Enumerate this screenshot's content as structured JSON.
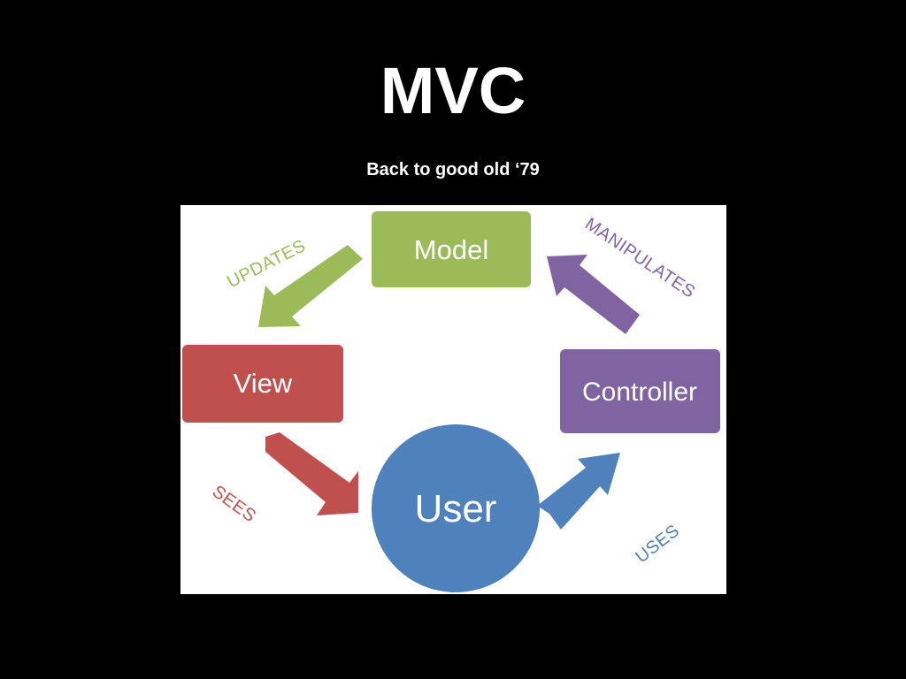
{
  "slide": {
    "title": "MVC",
    "subtitle": "Back to good old ‘79"
  },
  "diagram": {
    "nodes": {
      "model": "Model",
      "view": "View",
      "controller": "Controller",
      "user": "User"
    },
    "edges": {
      "updates": "UPDATES",
      "sees": "SEES",
      "uses": "USES",
      "manipulates": "MANIPULATES"
    },
    "colors": {
      "model": "#9bbb59",
      "view": "#c0504d",
      "controller": "#8064a2",
      "user": "#4f81bd"
    }
  }
}
